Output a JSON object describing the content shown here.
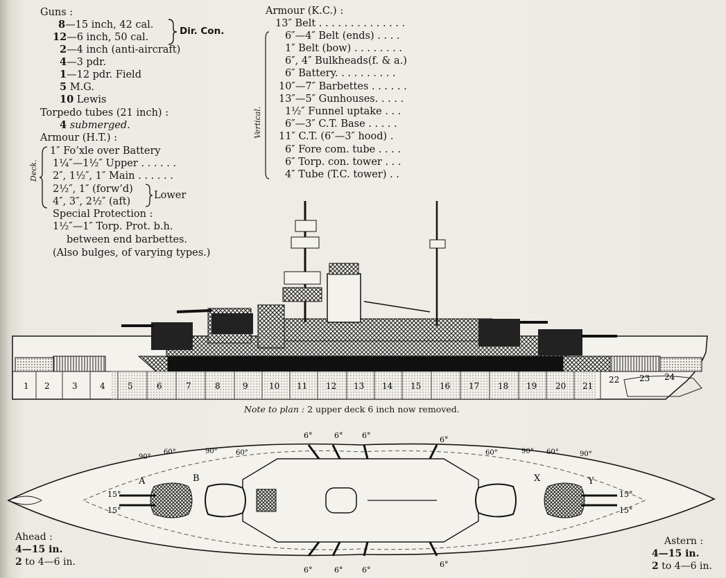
{
  "guns": {
    "heading": "Guns :",
    "line1": {
      "count": "8",
      "desc": "—15 inch, 42 cal."
    },
    "line2": {
      "count": "12",
      "desc": "—6 inch, 50 cal."
    },
    "dircon": "Dir. Con.",
    "line3": {
      "count": "2",
      "desc": "—4 inch (anti-aircraft)"
    },
    "line4": {
      "count": "4",
      "desc": "—3 pdr."
    },
    "line5": {
      "count": "1",
      "desc": "—12 pdr. Field"
    },
    "line6": {
      "count": "5",
      "desc": "M.G."
    },
    "line7": {
      "count": "10",
      "desc": "Lewis"
    }
  },
  "torpedo": {
    "heading": "Torpedo tubes (21 inch) :",
    "count": "4",
    "type": "submerged."
  },
  "armour_ht": {
    "heading": "Armour (H.T.) :",
    "deck_label": "Deck.",
    "fo_xle": "1″ Fo’xle over Battery",
    "upper": "1¼″—1½″ Upper . . . . . .",
    "main": "2″, 1½″, 1″ Main . . . . . .",
    "lower_fwd": "2½″, 1″ (forw’d)",
    "lower_aft": "4″, 3″, 2½″ (aft)",
    "lower": "Lower",
    "special_heading": "Special Protection :",
    "special_line1": "1½″—1″ Torp. Prot. b.h.",
    "special_line2": "between end barbettes.",
    "bulges": "(Also bulges, of varying types.)"
  },
  "armour_kc": {
    "heading": "Armour (K.C.) :",
    "vertical_label": "Vertical.",
    "items": [
      "13″ Belt . . . . . . . . . . . . . .",
      "6″—4″ Belt (ends) . . . .",
      "1″ Belt (bow) . . . . . . . .",
      "6″, 4″ Bulkheads(f. & a.)",
      "6″ Battery. . . .   . . . . . .",
      "10″—7″ Barbettes . . . . . .",
      "13″—5″ Gunhouses. . . . .",
      "1½″ Funnel uptake . . .",
      "6″—3″ C.T. Base . . . . .",
      "11″ C.T. (6″—3″ hood) .",
      "6″ Fore com. tube . . . .",
      "6″ Torp. con. tower . . .",
      "4″ Tube (T.C. tower) . ."
    ]
  },
  "sections": [
    "1",
    "2",
    "3",
    "4",
    "5",
    "6",
    "7",
    "8",
    "9",
    "10",
    "11",
    "12",
    "13",
    "14",
    "15",
    "16",
    "17",
    "18",
    "19",
    "20",
    "21",
    "22",
    "23",
    "24"
  ],
  "note": {
    "label": "Note to plan :",
    "text": "2 upper deck 6 inch now removed."
  },
  "plan": {
    "turret_labels": [
      "A",
      "B",
      "X",
      "Y"
    ],
    "label_15": "15°",
    "label_6": "6°",
    "arc_labels": [
      "90°",
      "60°",
      "90°",
      "60°",
      "60°",
      "90°",
      "60°",
      "90°"
    ]
  },
  "ahead": {
    "heading": "Ahead :",
    "line1": "4—15 in.",
    "line2_bold": "2",
    "line2": "to 4—6 in."
  },
  "astern": {
    "heading": "Astern :",
    "line1": "4—15 in.",
    "line2_bold": "2",
    "line2": "to 4—6 in."
  },
  "colors": {
    "paper": "#efede6",
    "ink": "#151515"
  }
}
